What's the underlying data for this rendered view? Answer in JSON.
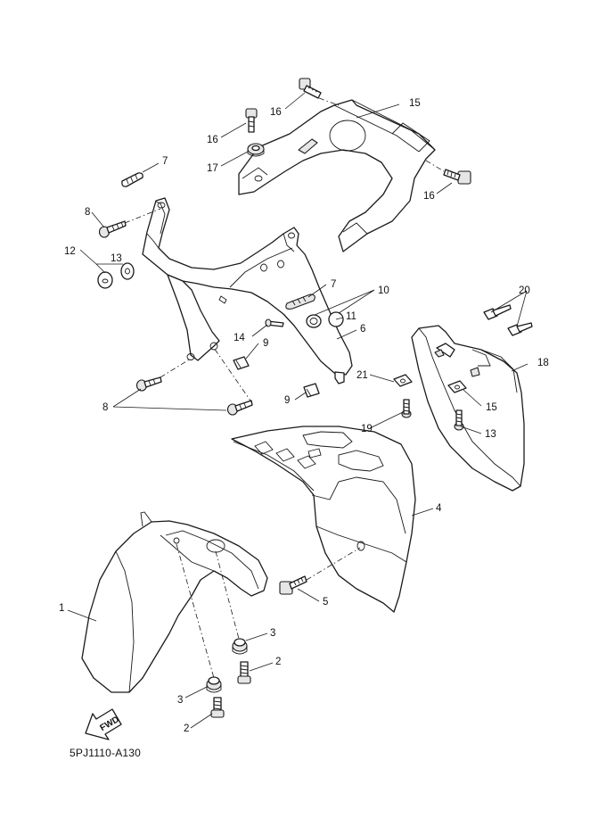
{
  "diagram": {
    "reference_code": "5PJ1110-A130",
    "direction_label": "FWD",
    "callouts": {
      "c1": "1",
      "c2a": "2",
      "c2b": "2",
      "c3a": "3",
      "c3b": "3",
      "c4": "4",
      "c5": "5",
      "c6": "6",
      "c7a": "7",
      "c7b": "7",
      "c8a": "8",
      "c8b": "8",
      "c9a": "9",
      "c9b": "9",
      "c10": "10",
      "c11": "11",
      "c12": "12",
      "c13a": "13",
      "c13b": "13",
      "c14": "14",
      "c15a": "15",
      "c15b": "15",
      "c16a": "16",
      "c16b": "16",
      "c16c": "16",
      "c17": "17",
      "c18": "18",
      "c19": "19",
      "c20": "20",
      "c21": "21"
    }
  }
}
